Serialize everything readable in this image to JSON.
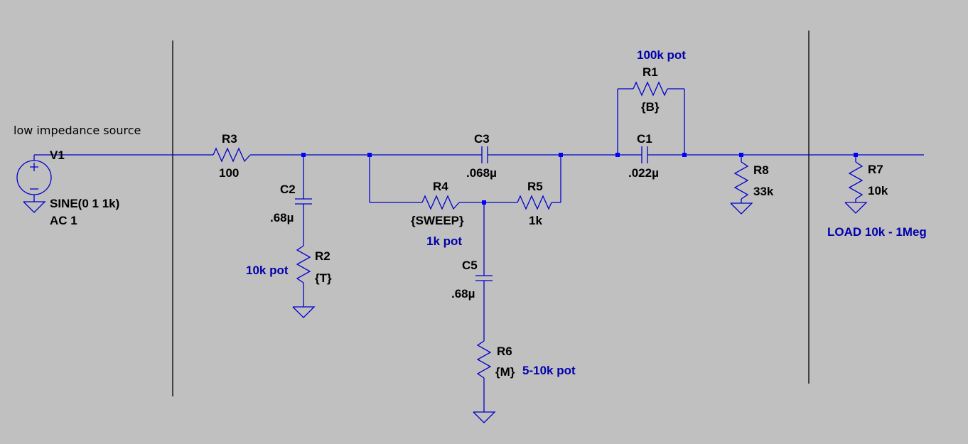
{
  "comments": {
    "source_note": "low impedance source"
  },
  "annotations": {
    "r1_note": "100k pot",
    "r2_note": "10k pot",
    "r4_note": "1k pot",
    "r6_note": "5-10k pot",
    "load_note": "LOAD 10k - 1Meg"
  },
  "components": {
    "V1": {
      "name": "V1",
      "value": "SINE(0 1 1k)",
      "extra": "AC 1"
    },
    "R1": {
      "name": "R1",
      "value": "{B}"
    },
    "R2": {
      "name": "R2",
      "value": "{T}"
    },
    "R3": {
      "name": "R3",
      "value": "100"
    },
    "R4": {
      "name": "R4",
      "value": "{SWEEP}"
    },
    "R5": {
      "name": "R5",
      "value": "1k"
    },
    "R6": {
      "name": "R6",
      "value": "{M}"
    },
    "R7": {
      "name": "R7",
      "value": "10k"
    },
    "R8": {
      "name": "R8",
      "value": "33k"
    },
    "C1": {
      "name": "C1",
      "value": ".022µ"
    },
    "C2": {
      "name": "C2",
      "value": ".68µ"
    },
    "C3": {
      "name": "C3",
      "value": ".068µ"
    },
    "C5": {
      "name": "C5",
      "value": ".68µ"
    }
  },
  "colors": {
    "background": "#c0c0c0",
    "wire": "#0000cc",
    "annotation": "#0000aa",
    "label": "#000000"
  }
}
